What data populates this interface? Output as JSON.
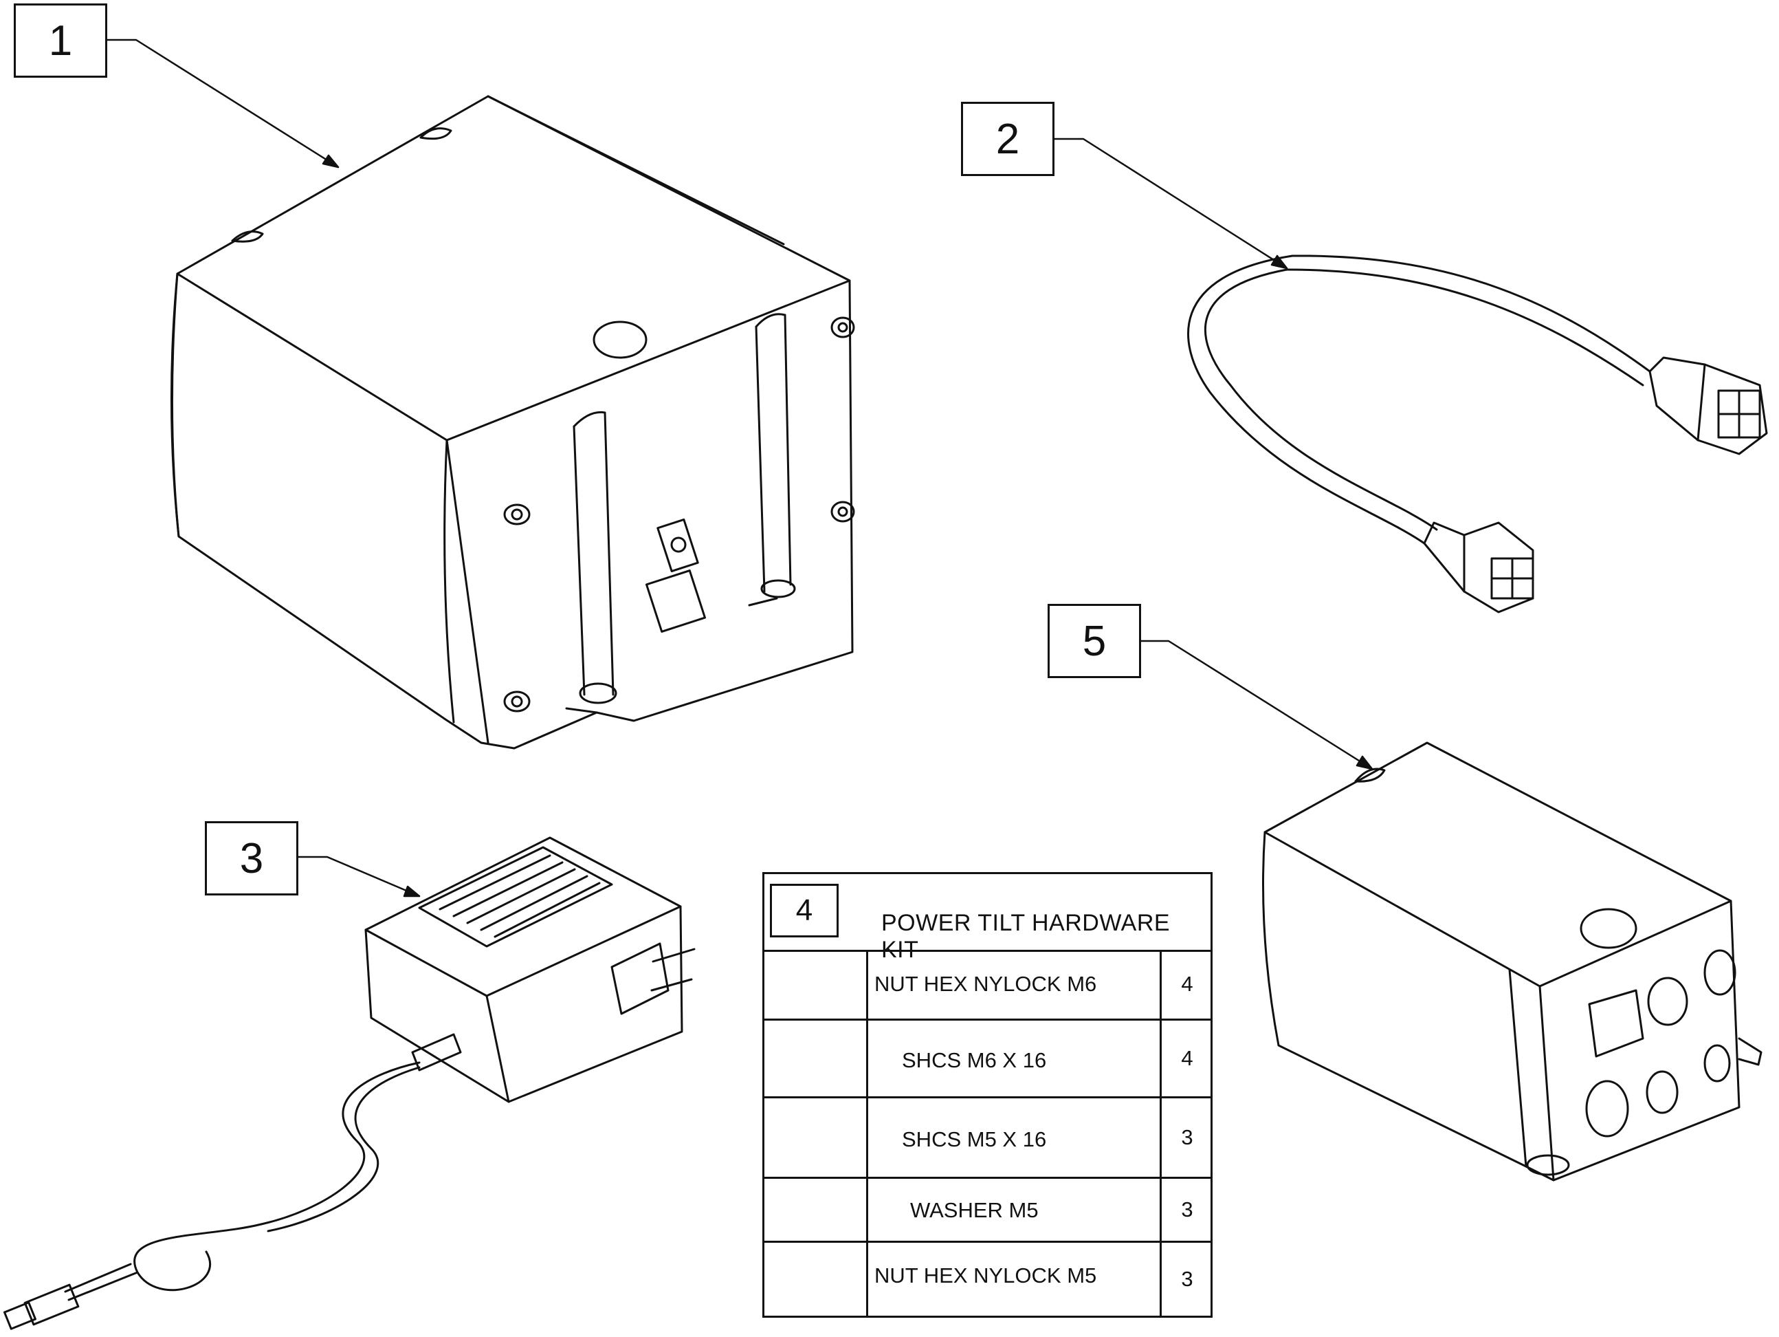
{
  "callouts": {
    "c1": "1",
    "c2": "2",
    "c3": "3",
    "c5": "5"
  },
  "kit": {
    "number": "4",
    "title": "POWER TILT HARDWARE KIT",
    "rows": [
      {
        "icon": "hex-nut-icon",
        "description": "NUT HEX NYLOCK M6",
        "qty": "4"
      },
      {
        "icon": "socket-cap-screw-icon",
        "description": "SHCS M6 X 16",
        "qty": "4"
      },
      {
        "icon": "socket-cap-screw-small-icon",
        "description": "SHCS M5 X 16",
        "qty": "3"
      },
      {
        "icon": "washer-icon",
        "description": "WASHER M5",
        "qty": "3"
      },
      {
        "icon": "hex-nut-small-icon",
        "description": "NUT HEX NYLOCK M5",
        "qty": "3"
      }
    ]
  }
}
